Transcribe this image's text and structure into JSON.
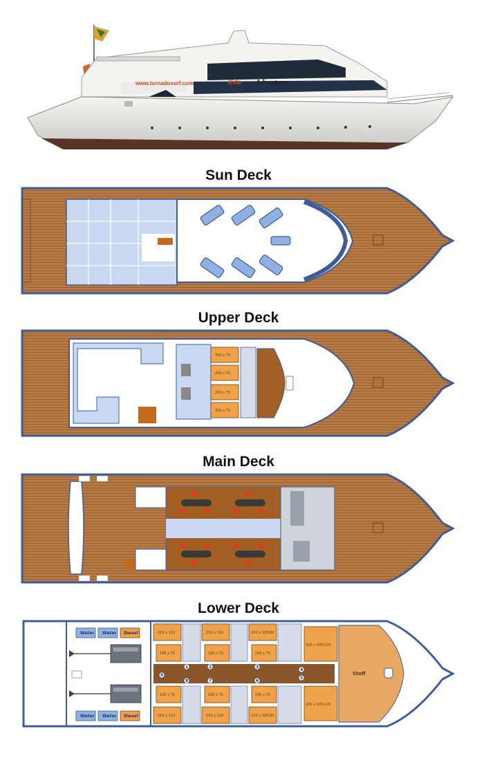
{
  "boat": {
    "website": "www.tornadosurf.com",
    "brand_kite": "Kite",
    "brand_adventure": "Adventure"
  },
  "decks": {
    "sun": {
      "title": "Sun Deck"
    },
    "upper": {
      "title": "Upper Deck",
      "berths": [
        "200 x 75",
        "200 x 75",
        "200 x 75",
        "200 x 75"
      ]
    },
    "main": {
      "title": "Main Deck"
    },
    "lower": {
      "title": "Lower Deck",
      "tanks_top": [
        "Water",
        "Water",
        "Diesel"
      ],
      "tanks_bottom": [
        "Water",
        "Water",
        "Diesel"
      ],
      "cabins_top": [
        "210 x 110",
        "210 x 110",
        "210 x 105/90",
        "200 x 105/120"
      ],
      "cabins_mid_top": [
        "195 x 75",
        "195 x 75",
        "195 x 75"
      ],
      "cabins_mid_bottom": [
        "195 x 75",
        "195 x 75",
        "195 x 75"
      ],
      "cabins_bottom": [
        "210 x 110",
        "210 x 110",
        "210 x 105/90",
        "200 x 105/120"
      ],
      "cabin_numbers": [
        "1",
        "2",
        "3",
        "4",
        "5",
        "6",
        "7",
        "8",
        "9"
      ],
      "staff_label": "Staff"
    }
  },
  "colors": {
    "hull_blue": "#3e5c95",
    "teak": "#b87a45",
    "teak_dark": "#8a5528",
    "glass": "#c9d9f2",
    "cabin_orange": "#f0a24a",
    "red_accent": "#e03a1c"
  }
}
